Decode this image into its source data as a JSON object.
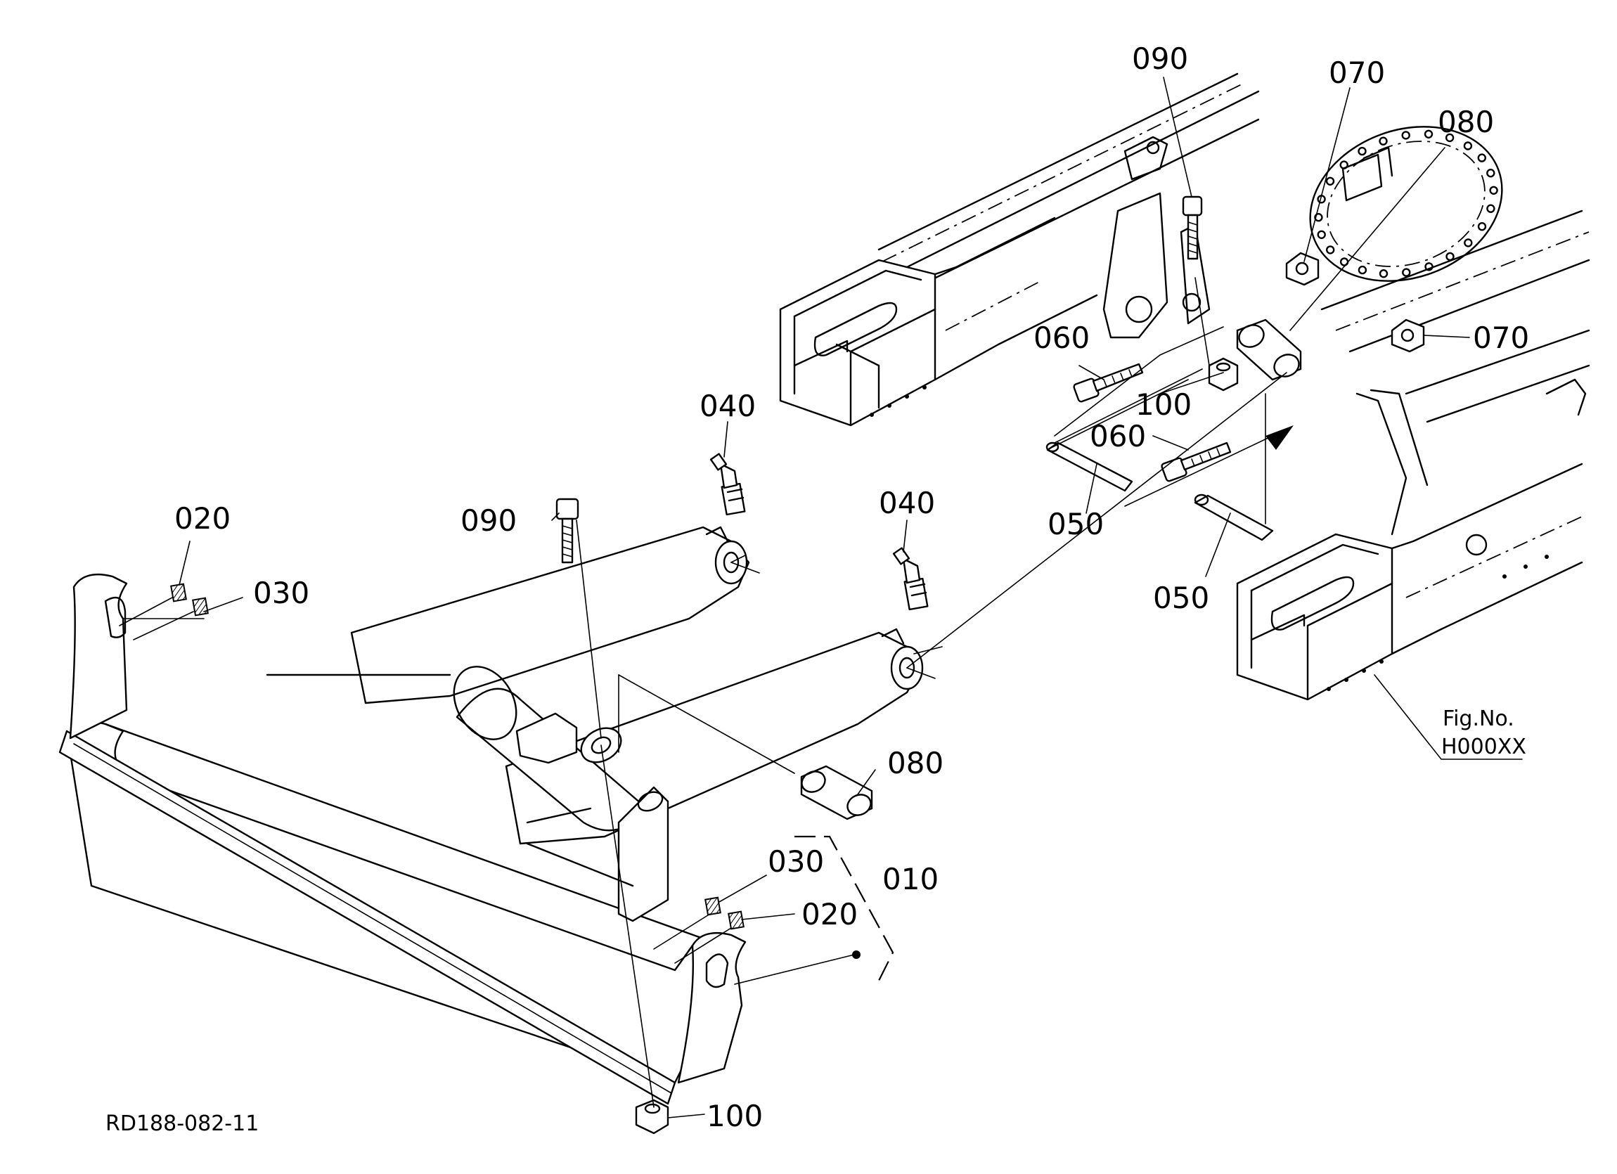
{
  "callouts": {
    "c010": "010",
    "c020_left": "020",
    "c030_left": "030",
    "c020_right": "020",
    "c030_right": "030",
    "c040_a": "040",
    "c040_b": "040",
    "c050_a": "050",
    "c050_b": "050",
    "c060_a": "060",
    "c060_b": "060",
    "c070_a": "070",
    "c070_b": "070",
    "c080_a": "080",
    "c080_b": "080",
    "c090_a": "090",
    "c090_b": "090",
    "c100_a": "100",
    "c100_b": "100"
  },
  "figure": {
    "label": "Fig.No.",
    "number": "H000XX"
  },
  "reference_code": "RD188-082-11"
}
